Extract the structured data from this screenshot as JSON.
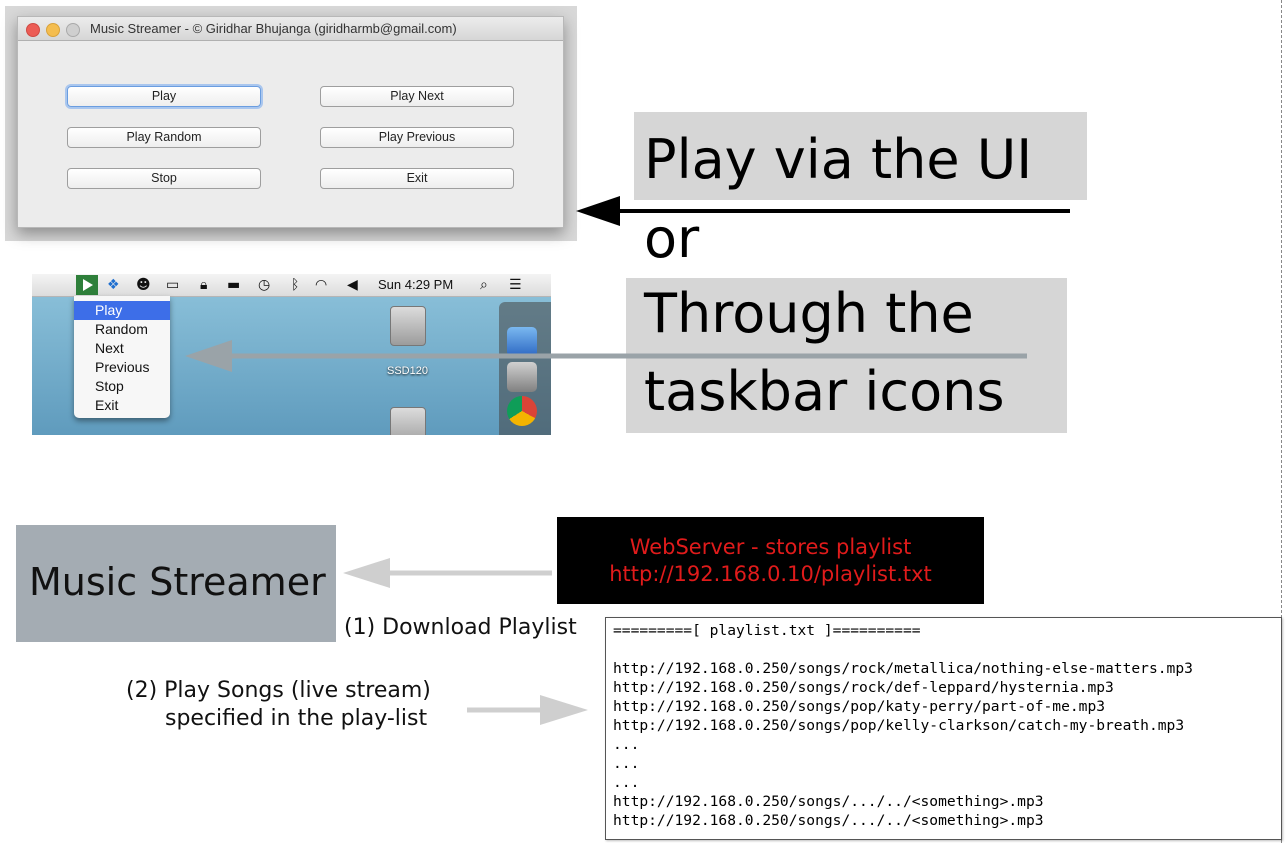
{
  "window": {
    "title": "Music Streamer - © Giridhar Bhujanga (giridharmb@gmail.com)",
    "buttons": {
      "play": "Play",
      "play_next": "Play Next",
      "play_random": "Play Random",
      "play_previous": "Play Previous",
      "stop": "Stop",
      "exit": "Exit"
    }
  },
  "menubar": {
    "clock": "Sun 4:29 PM",
    "menu_items": [
      "Play",
      "Random",
      "Next",
      "Previous",
      "Stop",
      "Exit"
    ],
    "selected_item": "Play",
    "drive_label": "SSD120"
  },
  "callouts": {
    "ui_line": "Play via the UI",
    "or_line": "or",
    "taskbar_line1": "Through the",
    "taskbar_line2": "taskbar icons"
  },
  "music_streamer": {
    "label": "Music Streamer"
  },
  "webserver": {
    "line1": "WebServer - stores playlist",
    "line2": "http://192.168.0.10/playlist.txt",
    "text_color": "#e01b1b"
  },
  "steps": {
    "download": "(1) Download Playlist",
    "play_line1": "(2) Play Songs (live stream)",
    "play_line2": "specified in the play-list"
  },
  "playlist": {
    "header": "=========[ playlist.txt ]==========",
    "lines": [
      "http://192.168.0.250/songs/rock/metallica/nothing-else-matters.mp3",
      "http://192.168.0.250/songs/rock/def-leppard/hysternia.mp3",
      "http://192.168.0.250/songs/pop/katy-perry/part-of-me.mp3",
      "http://192.168.0.250/songs/pop/kelly-clarkson/catch-my-breath.mp3",
      "...",
      "...",
      "...",
      "http://192.168.0.250/songs/.../../<something>.mp3",
      "http://192.168.0.250/songs/.../../<something>.mp3"
    ]
  }
}
